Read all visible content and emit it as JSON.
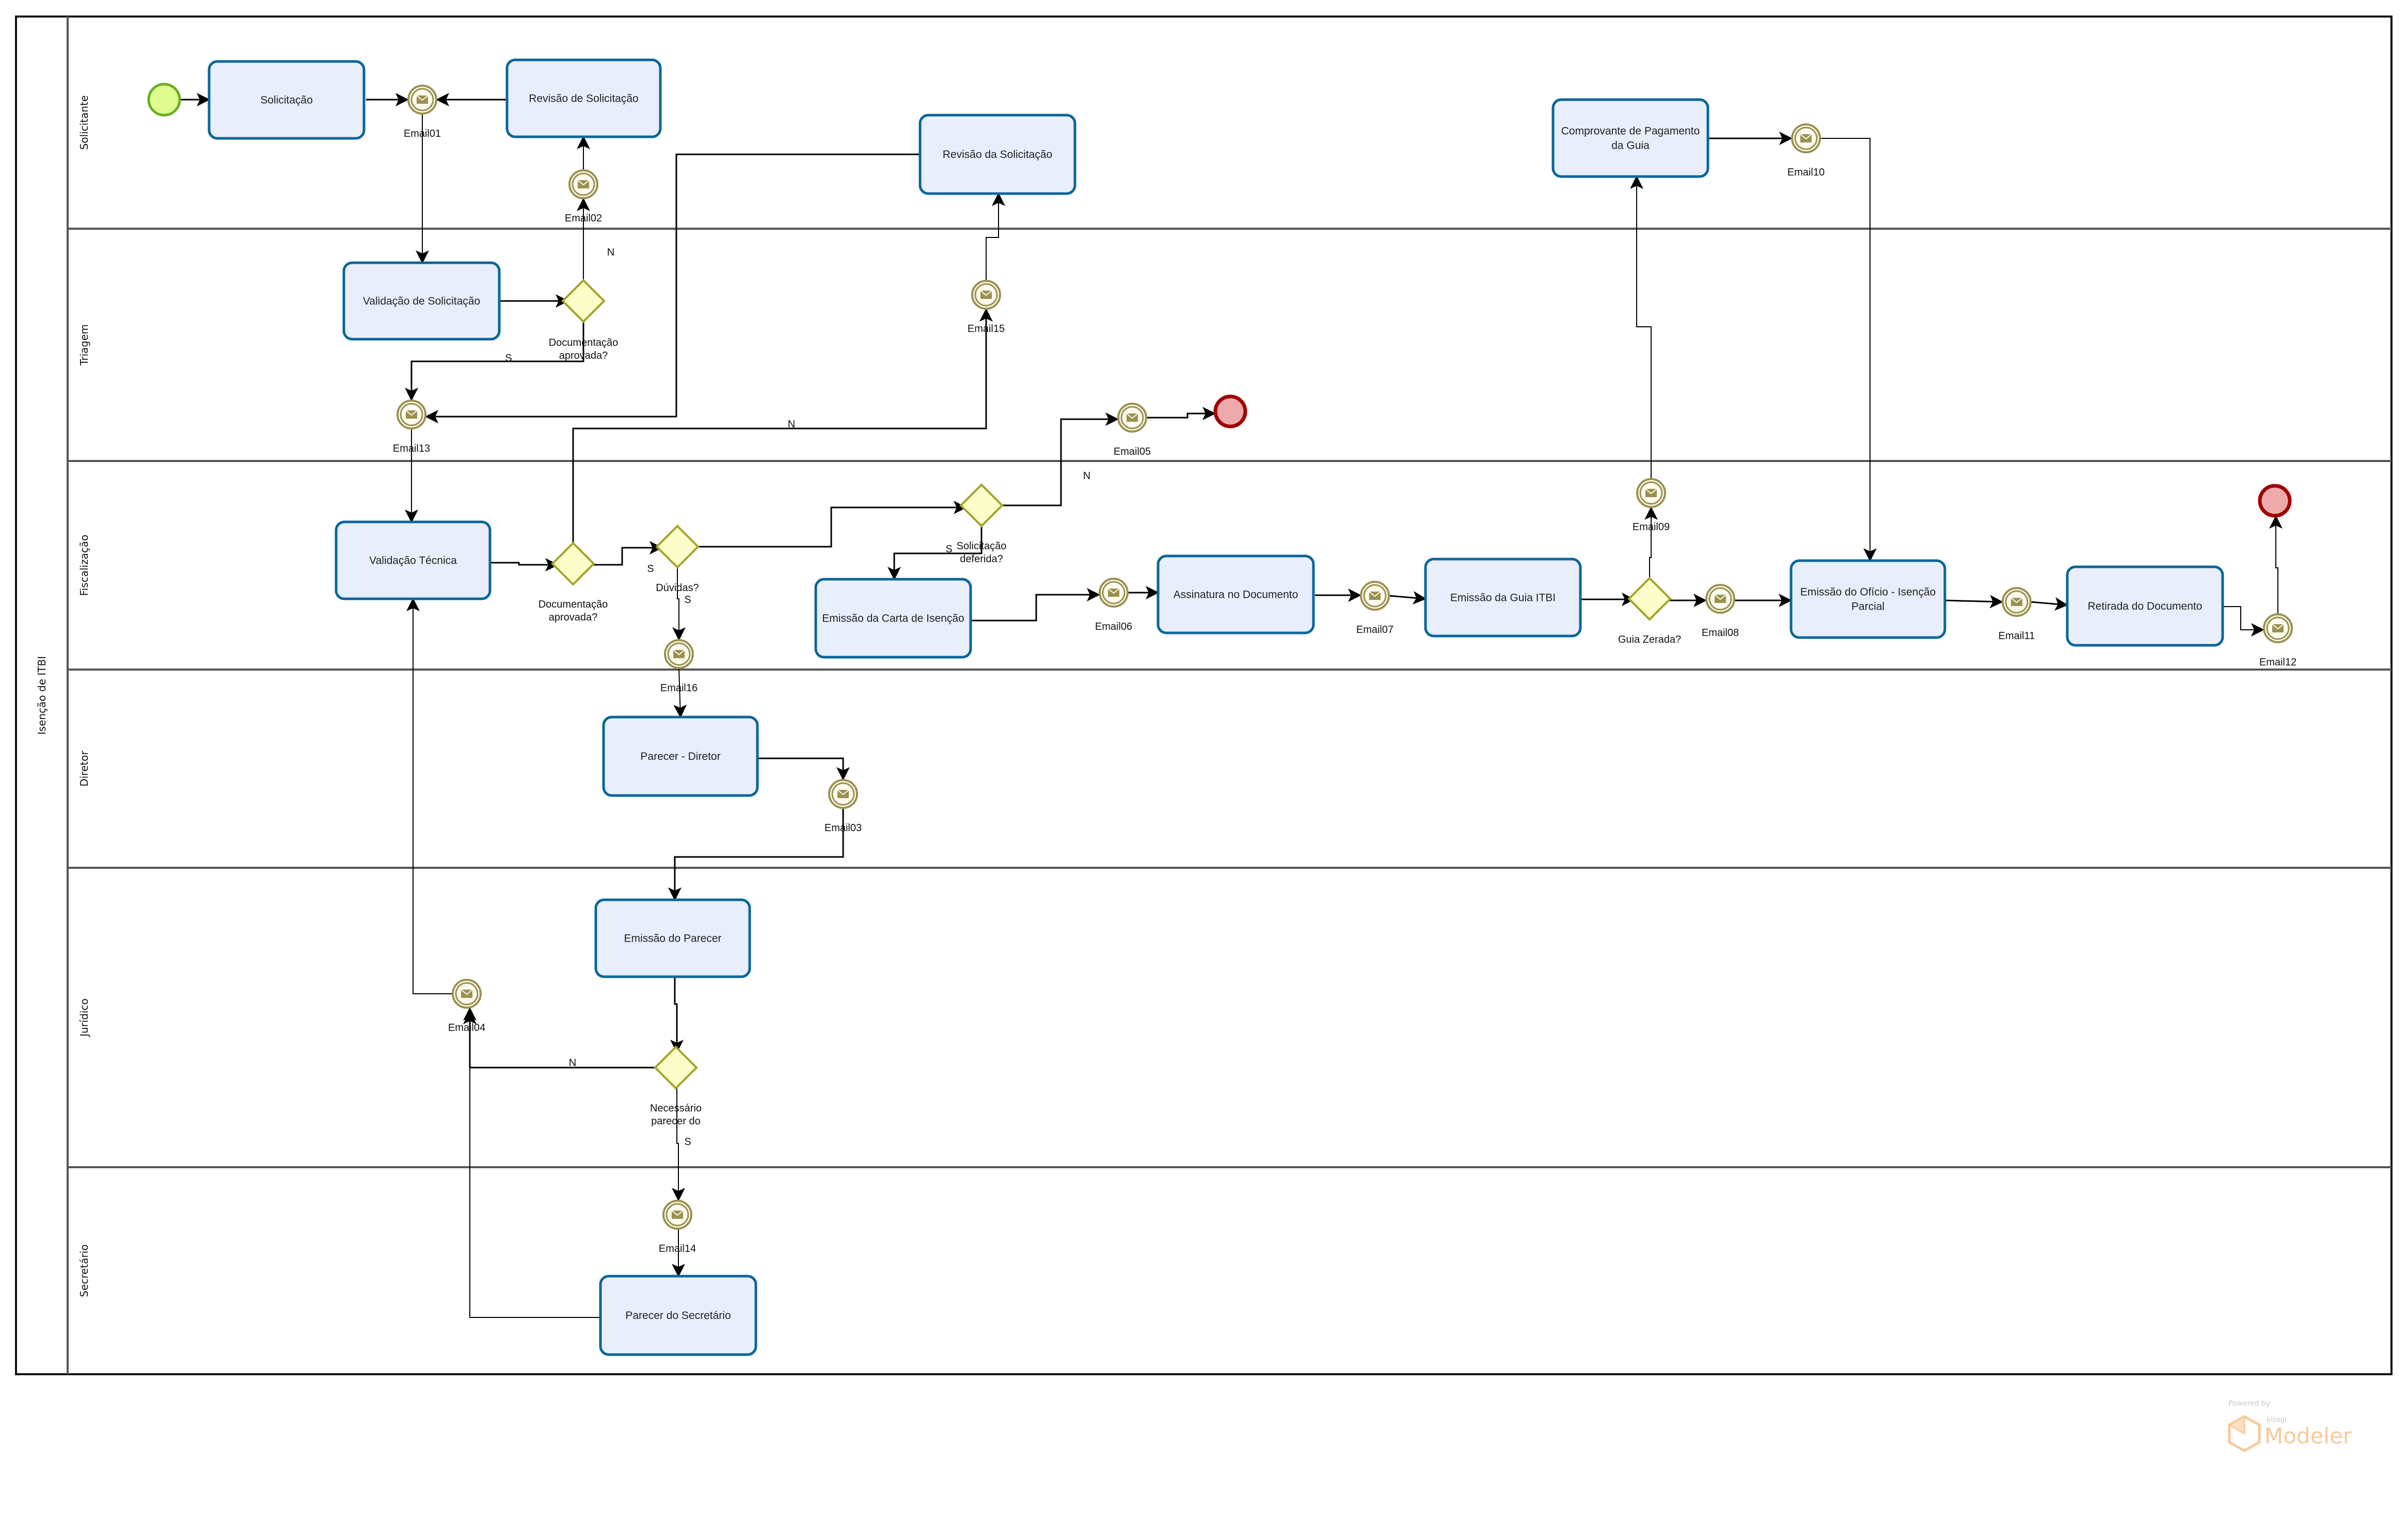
{
  "pool": {
    "label": "Isenção de ITBI"
  },
  "lanes": [
    {
      "id": "solicitante",
      "label": "Solicitante"
    },
    {
      "id": "triagem",
      "label": "Triagem"
    },
    {
      "id": "fiscalizacao",
      "label": "Fiscalização"
    },
    {
      "id": "diretor",
      "label": "Diretor"
    },
    {
      "id": "juridico",
      "label": "Jurídico"
    },
    {
      "id": "secretario",
      "label": "Secretário"
    }
  ],
  "tasks": [
    {
      "id": "t_solicitacao",
      "lines": [
        "Solicitação"
      ]
    },
    {
      "id": "t_revisao_de_solicitacao",
      "lines": [
        "Revisão de Solicitação"
      ]
    },
    {
      "id": "t_revisao_da_solicitacao",
      "lines": [
        "Revisão da Solicitação"
      ]
    },
    {
      "id": "t_comprovante",
      "lines": [
        "Comprovante de Pagamento",
        "da Guia"
      ]
    },
    {
      "id": "t_validacao_solicitacao",
      "lines": [
        "Validação de Solicitação"
      ]
    },
    {
      "id": "t_validacao_tecnica",
      "lines": [
        "Validação Técnica"
      ]
    },
    {
      "id": "t_emissao_carta",
      "lines": [
        "Emissão da Carta de Isenção"
      ]
    },
    {
      "id": "t_assinatura",
      "lines": [
        "Assinatura no Documento"
      ]
    },
    {
      "id": "t_emissao_guia",
      "lines": [
        "Emissão da Guia ITBI"
      ]
    },
    {
      "id": "t_emissao_oficio",
      "lines": [
        "Emissão do Ofício - Isenção",
        "Parcial"
      ]
    },
    {
      "id": "t_retirada",
      "lines": [
        "Retirada do Documento"
      ]
    },
    {
      "id": "t_parecer_diretor",
      "lines": [
        "Parecer - Diretor"
      ]
    },
    {
      "id": "t_emissao_parecer",
      "lines": [
        "Emissão do Parecer"
      ]
    },
    {
      "id": "t_parecer_secretario",
      "lines": [
        "Parecer do Secretário"
      ]
    }
  ],
  "gateways": [
    {
      "id": "g_doc_aprovada_1",
      "lines": [
        "Documentação",
        "aprovada?"
      ]
    },
    {
      "id": "g_doc_aprovada_2",
      "lines": [
        "Documentação",
        "aprovada?"
      ]
    },
    {
      "id": "g_duvidas",
      "lines": [
        "Dúvidas?"
      ]
    },
    {
      "id": "g_deferida",
      "lines": [
        "Solicitação",
        "deferida?"
      ]
    },
    {
      "id": "g_guia_zerada",
      "lines": [
        "Guia Zerada?"
      ]
    },
    {
      "id": "g_necessario",
      "lines": [
        "Necessário",
        "parecer do"
      ]
    }
  ],
  "message_events": [
    {
      "id": "Email01",
      "label": "Email01"
    },
    {
      "id": "Email02",
      "label": "Email02"
    },
    {
      "id": "Email03",
      "label": "Email03"
    },
    {
      "id": "Email04",
      "label": "Email04"
    },
    {
      "id": "Email05",
      "label": "Email05"
    },
    {
      "id": "Email06",
      "label": "Email06"
    },
    {
      "id": "Email07",
      "label": "Email07"
    },
    {
      "id": "Email08",
      "label": "Email08"
    },
    {
      "id": "Email09",
      "label": "Email09"
    },
    {
      "id": "Email10",
      "label": "Email10"
    },
    {
      "id": "Email11",
      "label": "Email11"
    },
    {
      "id": "Email12",
      "label": "Email12"
    },
    {
      "id": "Email13",
      "label": "Email13"
    },
    {
      "id": "Email14",
      "label": "Email14"
    },
    {
      "id": "Email15",
      "label": "Email15"
    },
    {
      "id": "Email16",
      "label": "Email16"
    }
  ],
  "start_events": [
    {
      "id": "start"
    }
  ],
  "end_events": [
    {
      "id": "end_indeferida"
    },
    {
      "id": "end_final"
    }
  ],
  "flow_labels": {
    "doc1_n": "N",
    "doc1_s": "S",
    "doc2_n": "N",
    "duvidas_s_left": "S",
    "duvidas_s_down": "S",
    "deferida_n": "N",
    "deferida_s": "S",
    "necessario_n": "N",
    "necessario_s": "S"
  },
  "colors": {
    "task_fill": "#e9eefc",
    "task_stroke": "#0b6699",
    "gateway_fill": "#fdfdc9",
    "gateway_stroke": "#a3a32a",
    "message_stroke": "#9a9150",
    "message_fill": "#fdfaee",
    "start_fill": "#dffc8f",
    "start_stroke": "#6aae22",
    "end_fill": "#eeaaaa",
    "end_stroke": "#a00000"
  },
  "watermark": {
    "powered_by": "Powered by",
    "brand": "bizagi",
    "product": "Modeler"
  }
}
